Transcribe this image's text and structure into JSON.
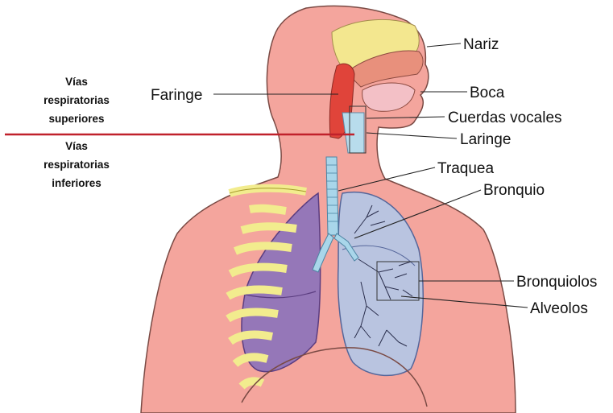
{
  "regions": {
    "upper": [
      "Vías",
      "respiratorias",
      "superiores"
    ],
    "lower": [
      "Vías",
      "respiratorias",
      "inferiores"
    ]
  },
  "labels": {
    "nariz": "Nariz",
    "boca": "Boca",
    "cuerdas_vocales": "Cuerdas vocales",
    "faringe": "Faringe",
    "laringe": "Laringe",
    "traquea": "Traquea",
    "bronquio": "Bronquio",
    "bronquiolos": "Bronquiolos",
    "alveolos": "Alveolos"
  },
  "colors": {
    "skin": "#f4a59d",
    "lung_left": "#9577b8",
    "lung_right": "#b9c4e0",
    "airway": "#a9d6ea",
    "ribs": "#f2ec8e",
    "divider": "#c0212b"
  }
}
